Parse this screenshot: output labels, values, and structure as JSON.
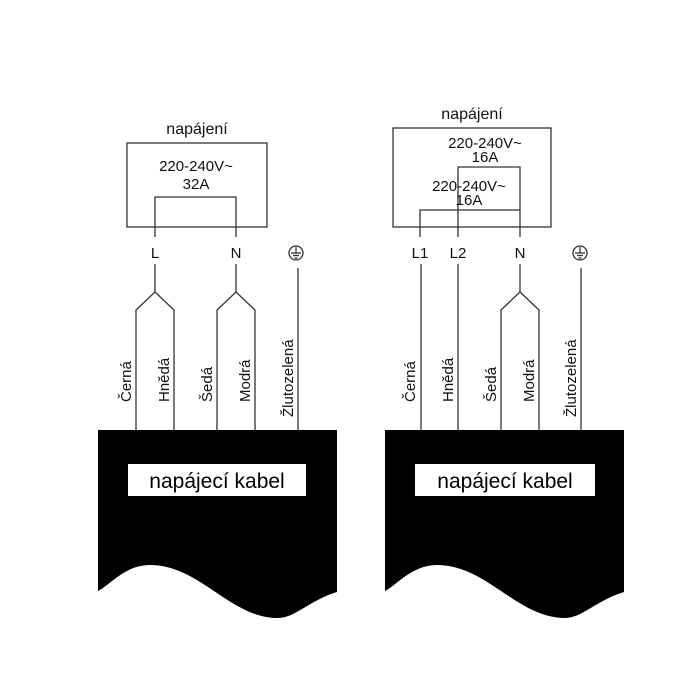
{
  "left_diagram": {
    "title": "napájení",
    "supply": {
      "voltage": "220-240V~",
      "current": "32A"
    },
    "terminals": [
      "L",
      "N"
    ],
    "wires": [
      "Černá",
      "Hnědá",
      "Šedá",
      "Modrá",
      "Žlutozelená"
    ],
    "cable_label": "napájecí kabel",
    "ground_icon": "earth-ground-icon"
  },
  "right_diagram": {
    "title": "napájení",
    "supply_1": {
      "voltage": "220-240V~",
      "current": "16A"
    },
    "supply_2": {
      "voltage": "220-240V~",
      "current": "16A"
    },
    "terminals": [
      "L1",
      "L2",
      "N"
    ],
    "wires": [
      "Černá",
      "Hnědá",
      "Šedá",
      "Modrá",
      "Žlutozelená"
    ],
    "cable_label": "napájecí kabel",
    "ground_icon": "earth-ground-icon"
  }
}
